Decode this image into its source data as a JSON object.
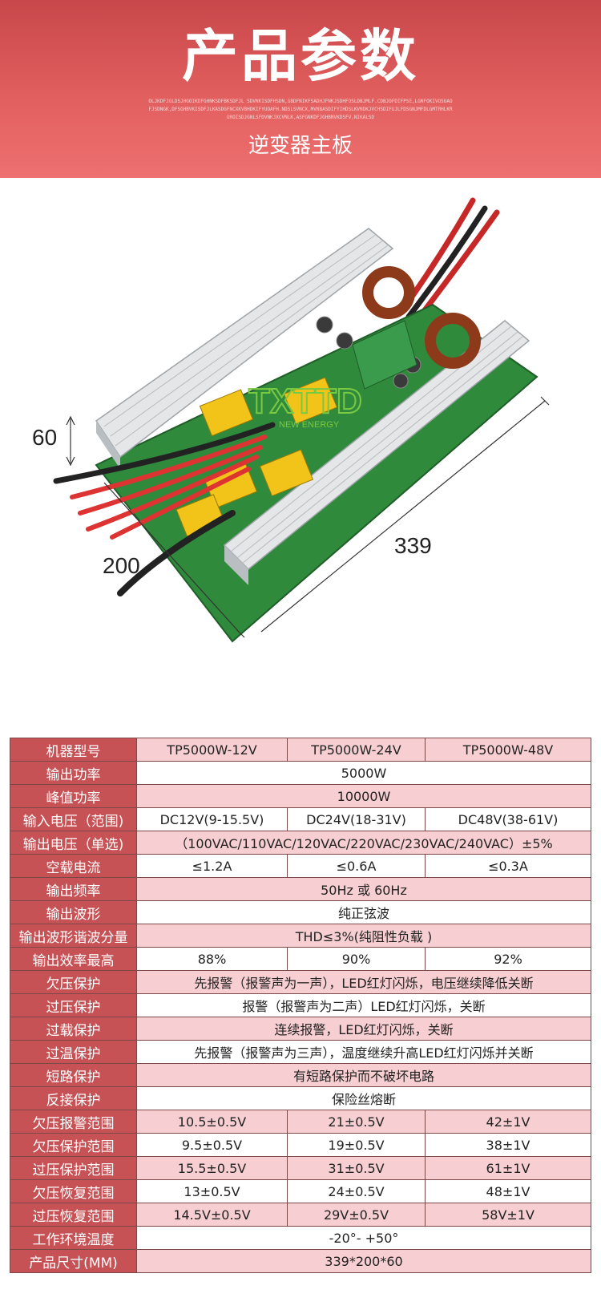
{
  "header": {
    "title": "产品参数",
    "fine_print": "OLJKDFJGLDSJHGOIKDFGHNKSDFBKSDFJL SDVNKISDFHSDN,GBDFNIKFSADHJFNKJSDHFOSLDBJMLF.CDBJOFDIFPSE,LGNFOKIVOSUAOFJSDNGK,DFSGHBVKISDFJLKASDGFNCXKVBHDKIFYUOAFH.NDSLSVNCX,MVNBASDIFYIHDSLKVNDKJVCHSDIFUJLFDSGNJMFDLGMTRHLKRUROISDJGNLSFDVNKJXCVNLK,ASFGNKDFJGHBNVKDSFV,NIKALSD",
    "subtitle": "逆变器主板"
  },
  "photo": {
    "logo_text": "TXTTD",
    "logo_sub": "NEW ENERGY",
    "dim_height": "60",
    "dim_width": "200",
    "dim_length": "339"
  },
  "colors": {
    "header_red": "#d9534f",
    "label_red": "#c65256",
    "row_pink": "#f7cfd2",
    "pcb_green": "#2f8a3c",
    "logo_green": "#7ac943"
  },
  "spec_table": {
    "rows": [
      {
        "label": "机器型号",
        "cells": [
          "TP5000W-12V",
          "TP5000W-24V",
          "TP5000W-48V"
        ]
      },
      {
        "label": "输出功率",
        "cells": [
          "5000W"
        ]
      },
      {
        "label": "峰值功率",
        "cells": [
          "10000W"
        ]
      },
      {
        "label": "输入电压（范围)",
        "cells": [
          "DC12V(9-15.5V)",
          "DC24V(18-31V)",
          "DC48V(38-61V)"
        ]
      },
      {
        "label": "输出电压（单选)",
        "cells": [
          "（100VAC/110VAC/120VAC/220VAC/230VAC/240VAC）±5%"
        ]
      },
      {
        "label": "空载电流",
        "cells": [
          "≤1.2A",
          "≤0.6A",
          "≤0.3A"
        ]
      },
      {
        "label": "输出频率",
        "cells": [
          "50Hz 或 60Hz"
        ]
      },
      {
        "label": "输出波形",
        "cells": [
          "纯正弦波"
        ]
      },
      {
        "label": "输出波形谐波分量",
        "cells": [
          "THD≤3%(纯阻性负载 )"
        ]
      },
      {
        "label": "输出效率最高",
        "cells": [
          "88%",
          "90%",
          "92%"
        ]
      },
      {
        "label": "欠压保护",
        "cells": [
          "先报警（报警声为一声），LED红灯闪烁，电压继续降低关断"
        ]
      },
      {
        "label": "过压保护",
        "cells": [
          "报警（报警声为二声）LED红灯闪烁，关断"
        ]
      },
      {
        "label": "过载保护",
        "cells": [
          "连续报警，LED红灯闪烁，关断"
        ]
      },
      {
        "label": "过温保护",
        "cells": [
          "先报警（报警声为三声），温度继续升高LED红灯闪烁并关断"
        ]
      },
      {
        "label": "短路保护",
        "cells": [
          "有短路保护而不破坏电路"
        ]
      },
      {
        "label": "反接保护",
        "cells": [
          "保险丝熔断"
        ]
      },
      {
        "label": "欠压报警范围",
        "cells": [
          "10.5±0.5V",
          "21±0.5V",
          "42±1V"
        ]
      },
      {
        "label": "欠压保护范围",
        "cells": [
          "9.5±0.5V",
          "19±0.5V",
          "38±1V"
        ]
      },
      {
        "label": "过压保护范围",
        "cells": [
          "15.5±0.5V",
          "31±0.5V",
          "61±1V"
        ]
      },
      {
        "label": "欠压恢复范围",
        "cells": [
          "13±0.5V",
          "24±0.5V",
          "48±1V"
        ]
      },
      {
        "label": "过压恢复范围",
        "cells": [
          "14.5V±0.5V",
          "29V±0.5V",
          "58V±1V"
        ]
      },
      {
        "label": "工作环境温度",
        "cells": [
          "-20°- +50°"
        ]
      },
      {
        "label": "产品尺寸(MM)",
        "cells": [
          "339*200*60"
        ]
      }
    ]
  }
}
